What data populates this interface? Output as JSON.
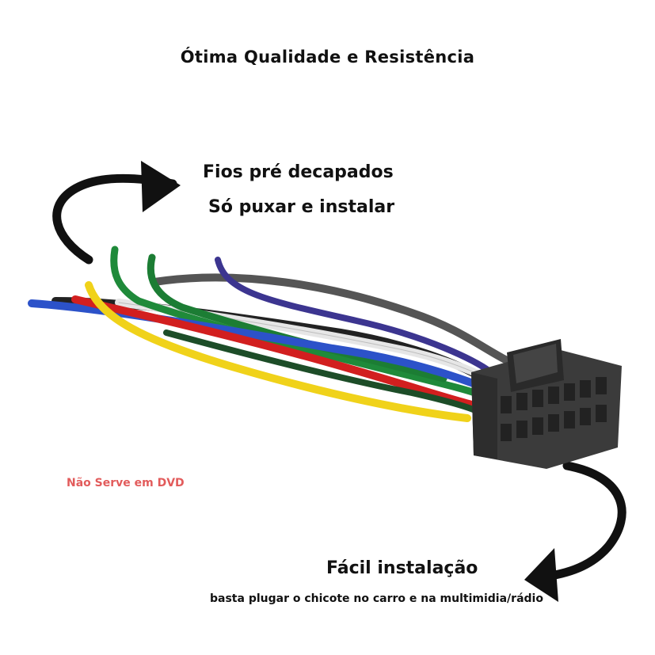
{
  "headline": "Ótima Qualidade e Resistência",
  "feature": {
    "line1": "Fios pré decapados",
    "line2": "Só puxar e instalar"
  },
  "warning": "Não Serve em DVD",
  "install": {
    "title": "Fácil instalação",
    "description": "basta plugar o chicote no carro e na multimidia/rádio"
  },
  "colors": {
    "warning_text": "#e25b5b",
    "wire_colors": [
      "#2b2b2b",
      "#5a5a5a",
      "#e9e9e9",
      "#2c52c9",
      "#d21f1f",
      "#f0d21a",
      "#1f8a3a",
      "#4b3a9e"
    ]
  }
}
